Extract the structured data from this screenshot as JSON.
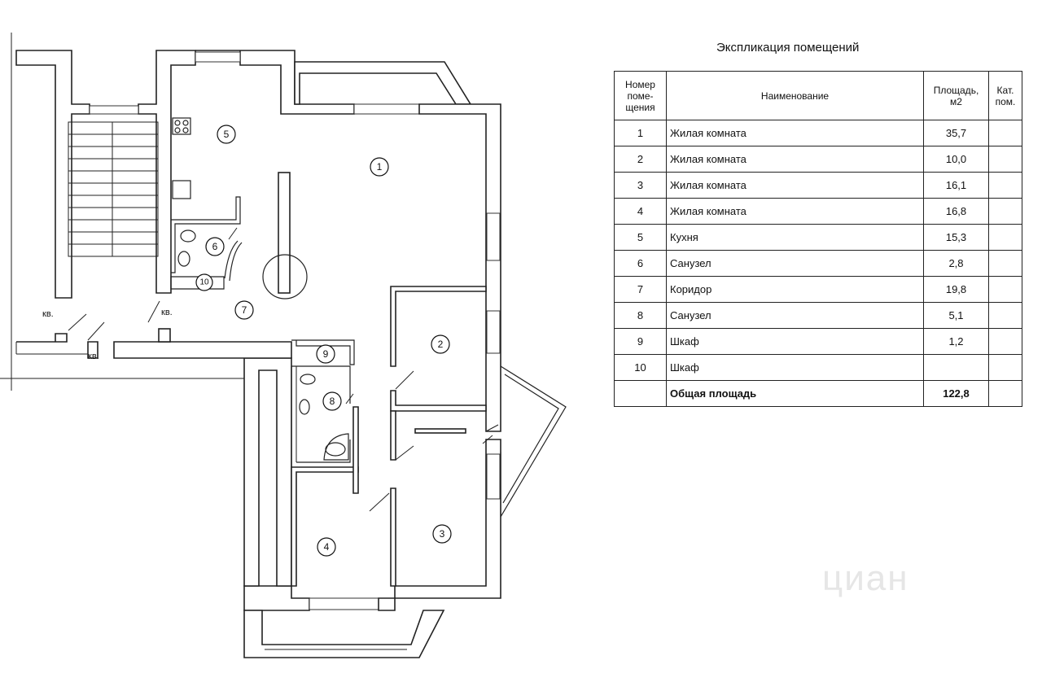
{
  "plan": {
    "room_labels": [
      "1",
      "2",
      "3",
      "4",
      "5",
      "6",
      "7",
      "8",
      "9",
      "10"
    ],
    "neighbor_labels": [
      "кв.",
      "кв.",
      "кв."
    ],
    "watermark": "циан"
  },
  "explication": {
    "title": "Экспликация помещений",
    "headers": {
      "number": "Номер поме-щения",
      "name": "Наименование",
      "area": "Площадь, м2",
      "category": "Кат. пом."
    },
    "rows": [
      {
        "num": "1",
        "name": "Жилая комната",
        "area": "35,7",
        "cat": ""
      },
      {
        "num": "2",
        "name": "Жилая комната",
        "area": "10,0",
        "cat": ""
      },
      {
        "num": "3",
        "name": "Жилая комната",
        "area": "16,1",
        "cat": ""
      },
      {
        "num": "4",
        "name": "Жилая комната",
        "area": "16,8",
        "cat": ""
      },
      {
        "num": "5",
        "name": "Кухня",
        "area": "15,3",
        "cat": ""
      },
      {
        "num": "6",
        "name": "Санузел",
        "area": "2,8",
        "cat": ""
      },
      {
        "num": "7",
        "name": "Коридор",
        "area": "19,8",
        "cat": ""
      },
      {
        "num": "8",
        "name": "Санузел",
        "area": "5,1",
        "cat": ""
      },
      {
        "num": "9",
        "name": "Шкаф",
        "area": "1,2",
        "cat": ""
      },
      {
        "num": "10",
        "name": "Шкаф",
        "area": "",
        "cat": ""
      }
    ],
    "total": {
      "num": "",
      "name": "Общая площадь",
      "area": "122,8",
      "cat": ""
    }
  }
}
